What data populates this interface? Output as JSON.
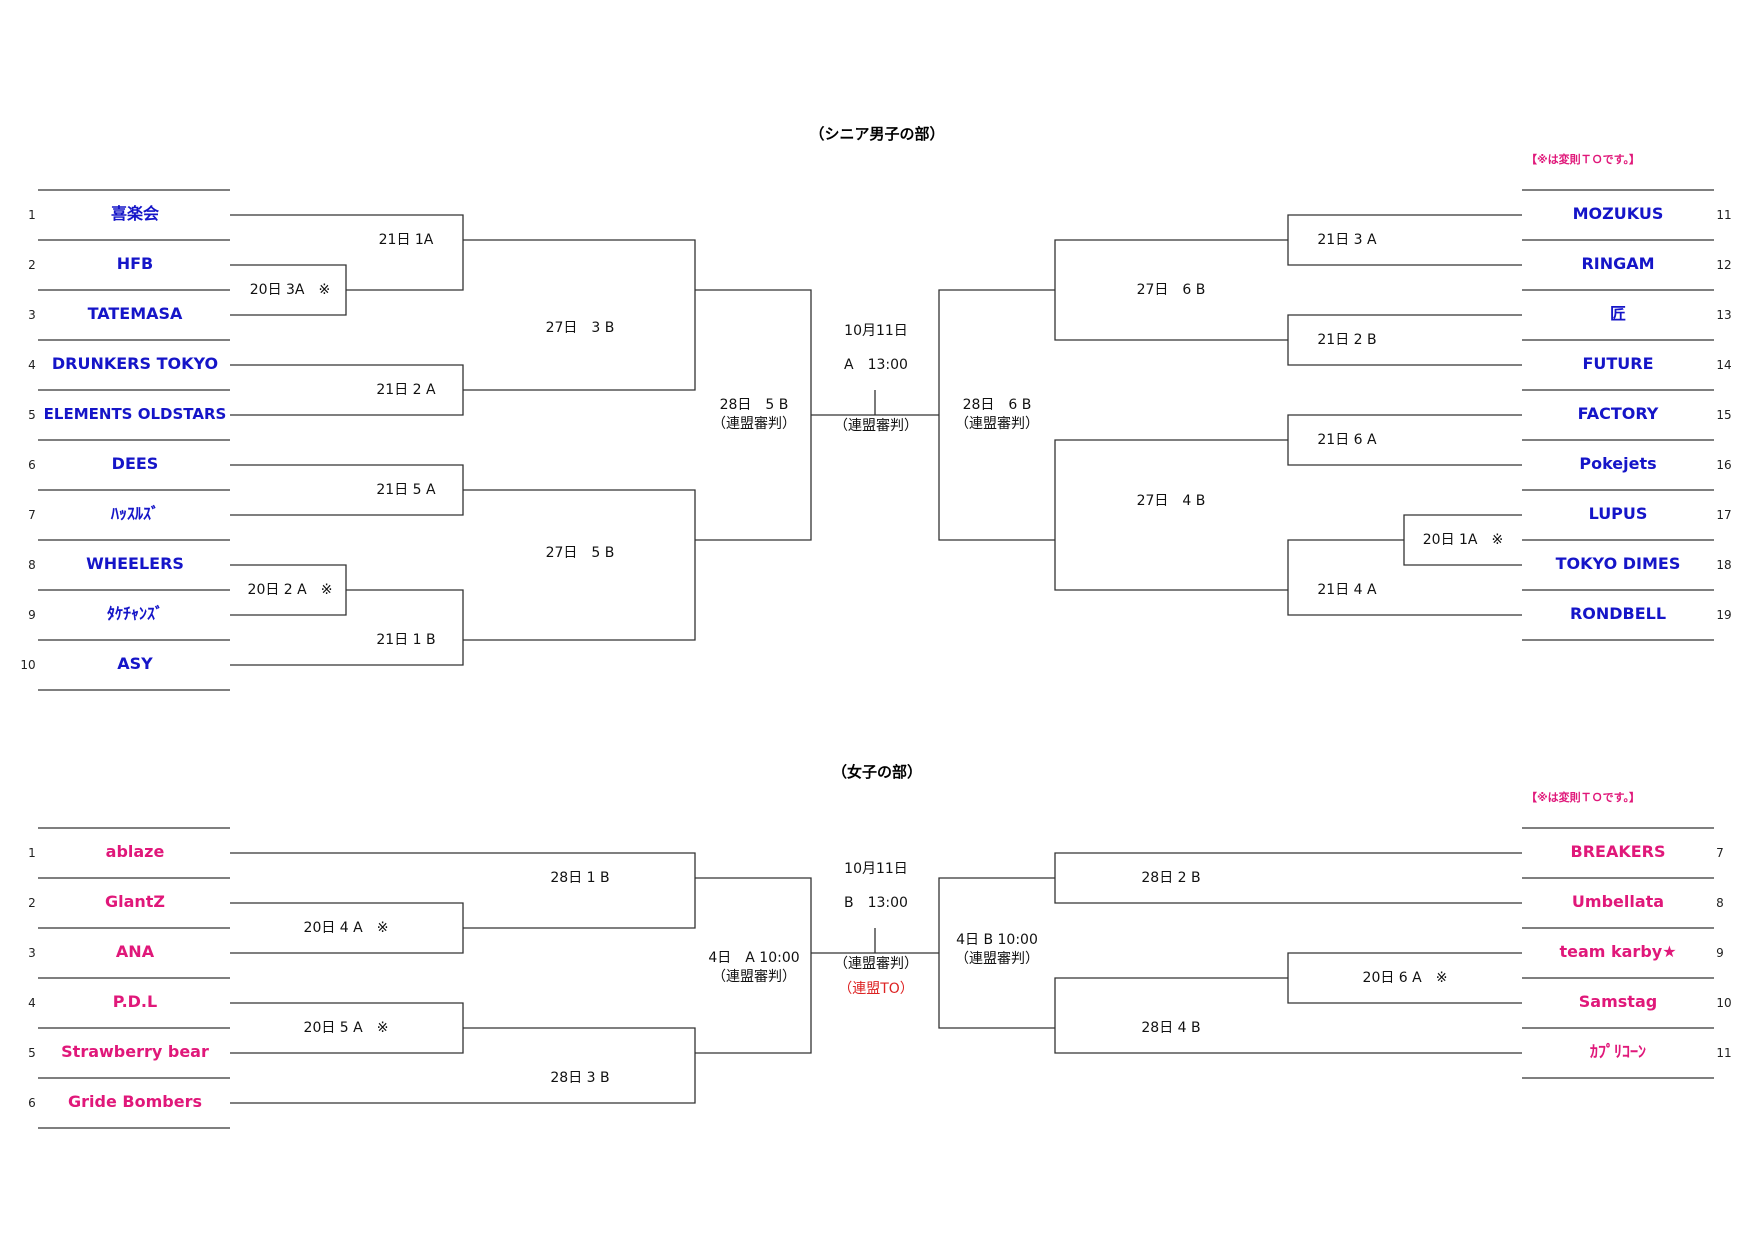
{
  "senior": {
    "title": "（シニア男子の部）",
    "note": "【※は変則ＴＯです。】",
    "left_teams": [
      {
        "num": "1",
        "name": "喜楽会"
      },
      {
        "num": "2",
        "name": "HFB"
      },
      {
        "num": "3",
        "name": "TATEMASA"
      },
      {
        "num": "4",
        "name": "DRUNKERS TOKYO"
      },
      {
        "num": "5",
        "name": "ELEMENTS OLDSTARS"
      },
      {
        "num": "6",
        "name": "DEES"
      },
      {
        "num": "7",
        "name": "ﾊｯｽﾙｽﾞ"
      },
      {
        "num": "8",
        "name": "WHEELERS"
      },
      {
        "num": "9",
        "name": "ﾀｹﾁｬﾝｽﾞ"
      },
      {
        "num": "10",
        "name": "ASY"
      }
    ],
    "right_teams": [
      {
        "num": "11",
        "name": "MOZUKUS"
      },
      {
        "num": "12",
        "name": "RINGAM"
      },
      {
        "num": "13",
        "name": "匠"
      },
      {
        "num": "14",
        "name": "FUTURE"
      },
      {
        "num": "15",
        "name": "FACTORY"
      },
      {
        "num": "16",
        "name": "Pokejets"
      },
      {
        "num": "17",
        "name": "LUPUS"
      },
      {
        "num": "18",
        "name": "TOKYO DIMES"
      },
      {
        "num": "19",
        "name": "RONDBELL"
      }
    ],
    "matches": {
      "l_20_3a": "20日 3A　※",
      "l_21_1a": "21日 1A",
      "l_21_2a": "21日 2 A",
      "l_21_5a": "21日 5 A",
      "l_20_2a": "20日 2 A　※",
      "l_21_1b": "21日 1 B",
      "l_27_3b": "27日　3 B",
      "l_27_5b": "27日　5 B",
      "l_28_5b": "28日　5 B",
      "l_28_5b_ref": "（連盟審判）",
      "r_21_3a": "21日 3 A",
      "r_21_2b": "21日 2 B",
      "r_21_6a": "21日 6 A",
      "r_20_1a": "20日 1A　※",
      "r_21_4a": "21日 4 A",
      "r_27_6b": "27日　6 B",
      "r_27_4b": "27日　4 B",
      "r_28_6b": "28日　6 B",
      "r_28_6b_ref": "（連盟審判）",
      "final_date": "10月11日",
      "final_time": "A　13:00",
      "final_ref": "（連盟審判）"
    }
  },
  "women": {
    "title": "（女子の部）",
    "note": "【※は変則ＴＯです。】",
    "left_teams": [
      {
        "num": "1",
        "name": "ablaze"
      },
      {
        "num": "2",
        "name": "GlantZ"
      },
      {
        "num": "3",
        "name": "ANA"
      },
      {
        "num": "4",
        "name": "P.D.L"
      },
      {
        "num": "5",
        "name": "Strawberry bear"
      },
      {
        "num": "6",
        "name": "Gride Bombers"
      }
    ],
    "right_teams": [
      {
        "num": "7",
        "name": "BREAKERS"
      },
      {
        "num": "8",
        "name": "Umbellata"
      },
      {
        "num": "9",
        "name": "team karby★"
      },
      {
        "num": "10",
        "name": "Samstag"
      },
      {
        "num": "11",
        "name": "ｶﾌﾟﾘｺｰﾝ"
      }
    ],
    "matches": {
      "l_28_1b": "28日 1 B",
      "l_20_4a": "20日 4 A　※",
      "l_20_5a": "20日 5 A　※",
      "l_28_3b": "28日 3 B",
      "l_4_a": "4日　A 10:00",
      "l_4_a_ref": "（連盟審判）",
      "r_28_2b": "28日 2 B",
      "r_20_6a": "20日 6 A　※",
      "r_28_4b": "28日 4 B",
      "r_4_b": "4日 B 10:00",
      "r_4_b_ref": "（連盟審判）",
      "final_date": "10月11日",
      "final_time": "B　13:00",
      "final_ref": "（連盟審判）",
      "final_to": "（連盟TO）"
    }
  }
}
